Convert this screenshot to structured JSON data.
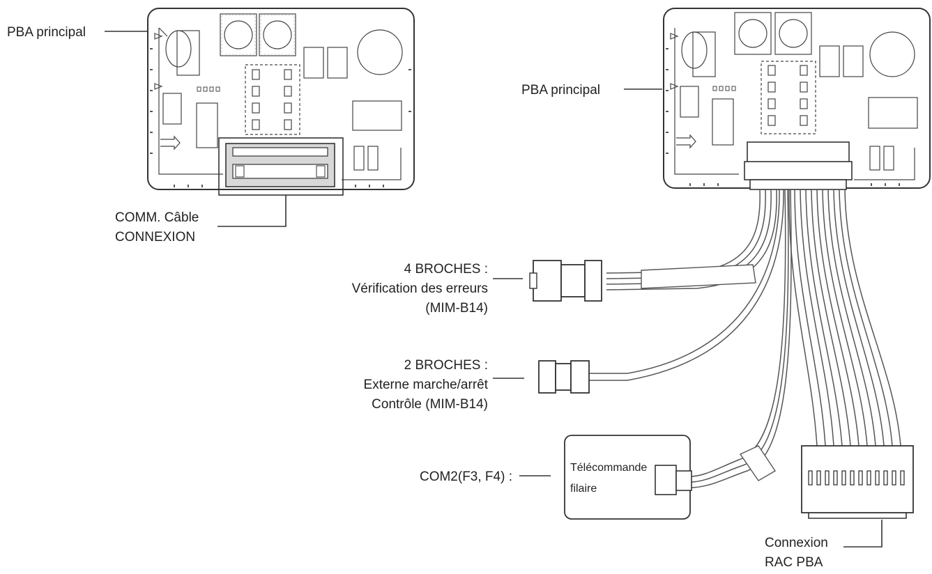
{
  "labels": {
    "pba_left": "PBA principal",
    "pba_right": "PBA principal",
    "comm_line1": "COMM. Câble",
    "comm_line2": "CONNEXION",
    "pin4_line1": "4 BROCHES :",
    "pin4_line2": "Vérification des erreurs",
    "pin4_line3": "(MIM-B14)",
    "pin2_line1": "2 BROCHES :",
    "pin2_line2": "Externe marche/arrêt",
    "pin2_line3": "Contrôle (MIM-B14)",
    "com2": "COM2(F3, F4) :",
    "remote_line1": "Télécommande",
    "remote_line2": "filaire",
    "rac_line1": "Connexion",
    "rac_line2": "RAC PBA"
  },
  "colors": {
    "ink": "#333333",
    "highlight_fill": "#d8d8d8",
    "background": "#ffffff"
  }
}
